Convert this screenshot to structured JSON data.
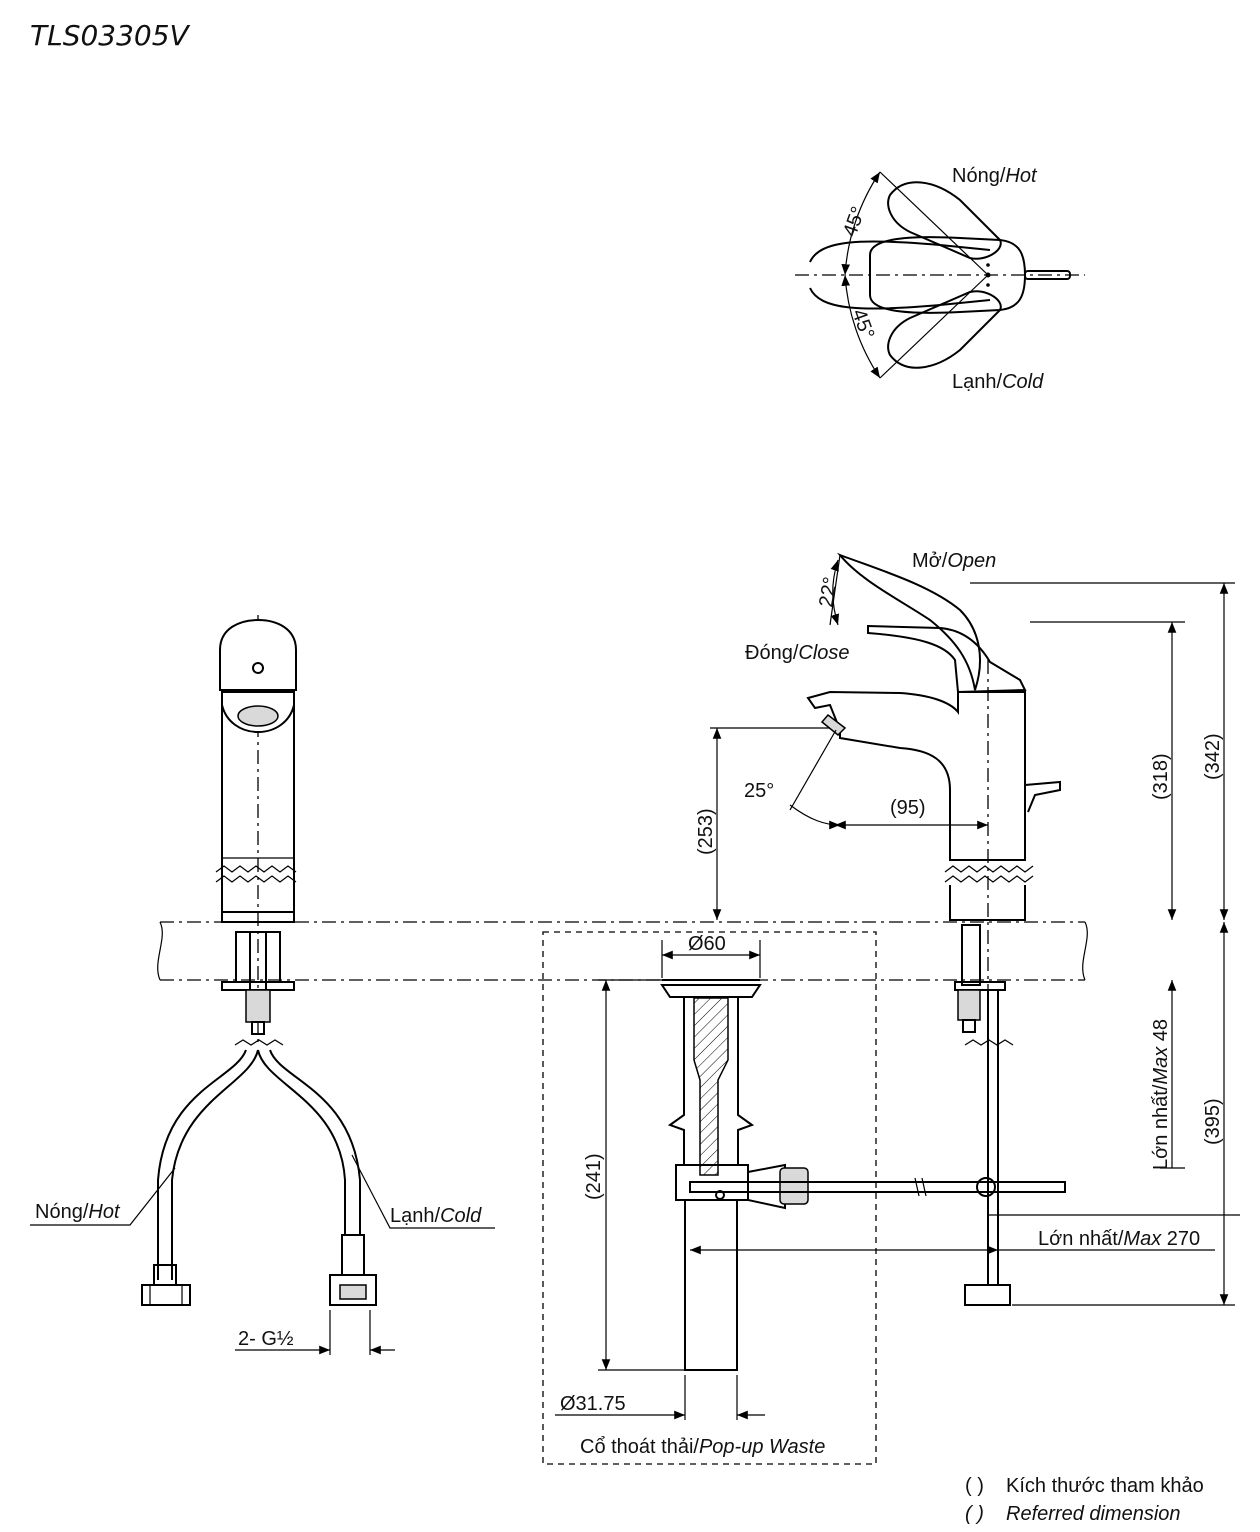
{
  "model": "TLS03305V",
  "top_view": {
    "hot_vi": "Nóng/",
    "hot_en": "Hot",
    "cold_vi": "Lạnh/",
    "cold_en": "Cold",
    "angle_top": "45°",
    "angle_bottom": "45°"
  },
  "front_view": {
    "hot_vi": "Nóng/",
    "hot_en": "Hot",
    "cold_vi": "Lạnh/",
    "cold_en": "Cold",
    "thread": "2- G½"
  },
  "side_view": {
    "open_vi": "Mở/",
    "open_en": "Open",
    "close_vi": "Đóng/",
    "close_en": "Close",
    "angle_lever": "22°",
    "angle_spout": "25°",
    "dim_spout_reach": "(95)",
    "dim_spout_height": "(253)",
    "dim_318": "(318)",
    "dim_342": "(342)",
    "dim_395": "(395)",
    "max48_vi": "Lớn nhất/",
    "max48_en": "Max",
    "max48_val": " 48",
    "max270_vi": "Lớn nhất/",
    "max270_en": "Max",
    "max270_val": " 270"
  },
  "waste": {
    "dia_top": "Ø60",
    "dia_pipe": "Ø31.75",
    "dim_height": "(241)",
    "label_vi": "Cổ thoát thải/",
    "label_en": "Pop-up Waste"
  },
  "legend": {
    "paren": "(   )",
    "vi": "Kích thước tham khảo",
    "en": "Referred dimension"
  }
}
